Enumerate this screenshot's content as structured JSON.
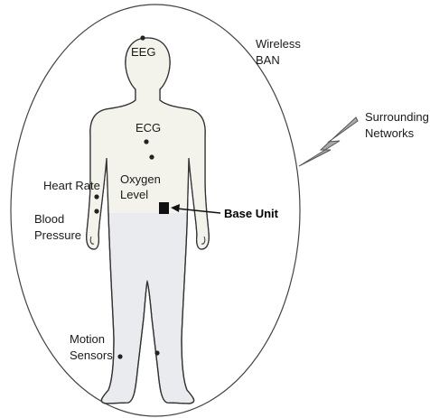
{
  "labels": {
    "wireless_ban": [
      "Wireless",
      "BAN"
    ],
    "surrounding_networks": [
      "Surrounding",
      "Networks"
    ],
    "eeg": "EEG",
    "ecg": "ECG",
    "oxygen_level": [
      "Oxygen",
      "Level"
    ],
    "heart_rate": "Heart Rate",
    "blood_pressure": [
      "Blood",
      "Pressure"
    ],
    "base_unit": "Base Unit",
    "motion_sensors": [
      "Motion",
      "Sensors"
    ]
  },
  "colors": {
    "body_fill": "#f3f3ec",
    "legs_fill": "#e9ebee",
    "outline": "#333333",
    "sensor": "#222222",
    "base_unit": "#111111",
    "lightning_fill": "#a9a9a9"
  }
}
